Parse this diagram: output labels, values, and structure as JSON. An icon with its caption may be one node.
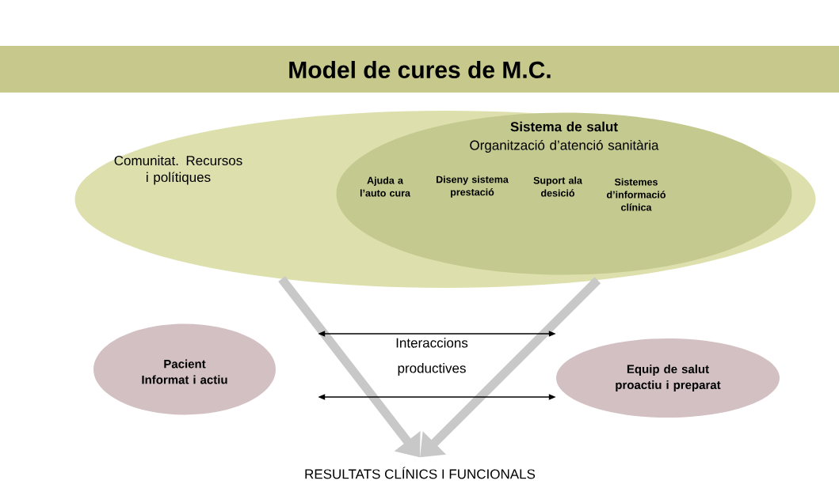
{
  "diagram": {
    "title": "Model de cures de M.C.",
    "nodes": [
      {
        "text": [
          "Comunitat. Recursos i polítiques"
        ]
      },
      {
        "text": [
          "Sistema de salut",
          "Organització d’atenció sanitària",
          "Ajuda a l’auto cura",
          "Diseny sistema prestació",
          "Suport ala desició",
          "Sistemes d’informació clínica"
        ],
        "in": 0
      },
      {
        "text": [
          "Pacient Informat i actiu"
        ]
      },
      {
        "text": [
          "Equip de salut proactiu i preparat"
        ]
      },
      {
        "text": [
          "RESULTATS CLÍNICS I FUNCIONALS"
        ]
      }
    ],
    "edges": [
      {
        "from": 0,
        "to": 4,
        "arrow": "to",
        "style": "thick",
        "color": "#c8c8c8"
      },
      {
        "from": 0,
        "to": 4,
        "arrow": "to",
        "style": "thick",
        "color": "#c8c8c8"
      },
      {
        "from": 2,
        "to": 3,
        "arrow": "both",
        "color": "#000000"
      },
      {
        "from": 2,
        "to": 3,
        "arrow": "both",
        "color": "#000000"
      }
    ],
    "labels": [
      "Interaccions productives"
    ]
  }
}
